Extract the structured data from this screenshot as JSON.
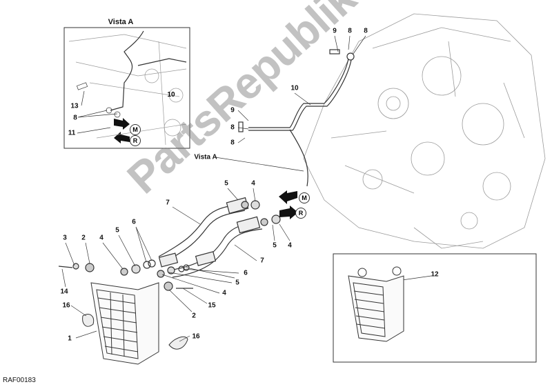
{
  "diagram": {
    "reference_code": "RAF00183",
    "watermark": "PartsRepublik",
    "view_label": "Vista A",
    "inset_title": "Vista A",
    "inset_callouts": [
      "13",
      "8",
      "11",
      "10"
    ],
    "flow_markers": {
      "supply": "M",
      "return": "R"
    },
    "callouts": {
      "c9a": "9",
      "c8a": "8",
      "c8b": "8",
      "c10": "10",
      "c9b": "9",
      "c8c": "8",
      "c8d": "8",
      "c5a": "5",
      "c4a": "4",
      "c7a": "7",
      "c5b": "5",
      "c4b": "4",
      "c7b": "7",
      "c3": "3",
      "c2a": "2",
      "c4c": "4",
      "c5c": "5",
      "c6a": "6",
      "c6b": "6",
      "c5d": "5",
      "c4d": "4",
      "c15": "15",
      "c2b": "2",
      "c14": "14",
      "c16a": "16",
      "c1": "1",
      "c16b": "16",
      "c12": "12"
    }
  }
}
